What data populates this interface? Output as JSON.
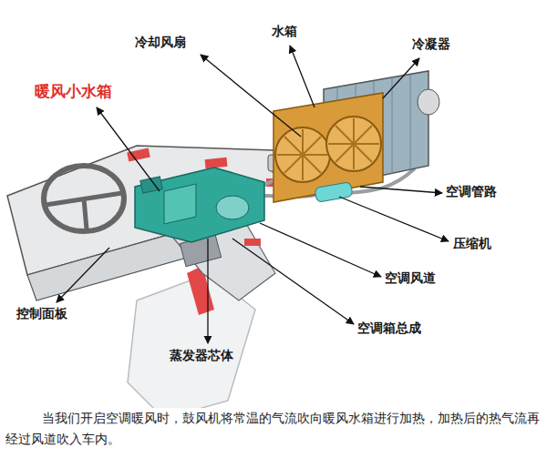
{
  "diagram": {
    "caption": "当我们开启空调暖风时，鼓风机将常温的气流吹向暖风水箱进行加热，加热后的热气流再经过风道吹入车内。",
    "labels": [
      "暖风小水箱",
      "冷却风扇",
      "水箱",
      "冷凝器",
      "空调管路",
      "压缩机",
      "空调风道",
      "空调箱总成",
      "蒸发器芯体",
      "控制面板"
    ]
  }
}
